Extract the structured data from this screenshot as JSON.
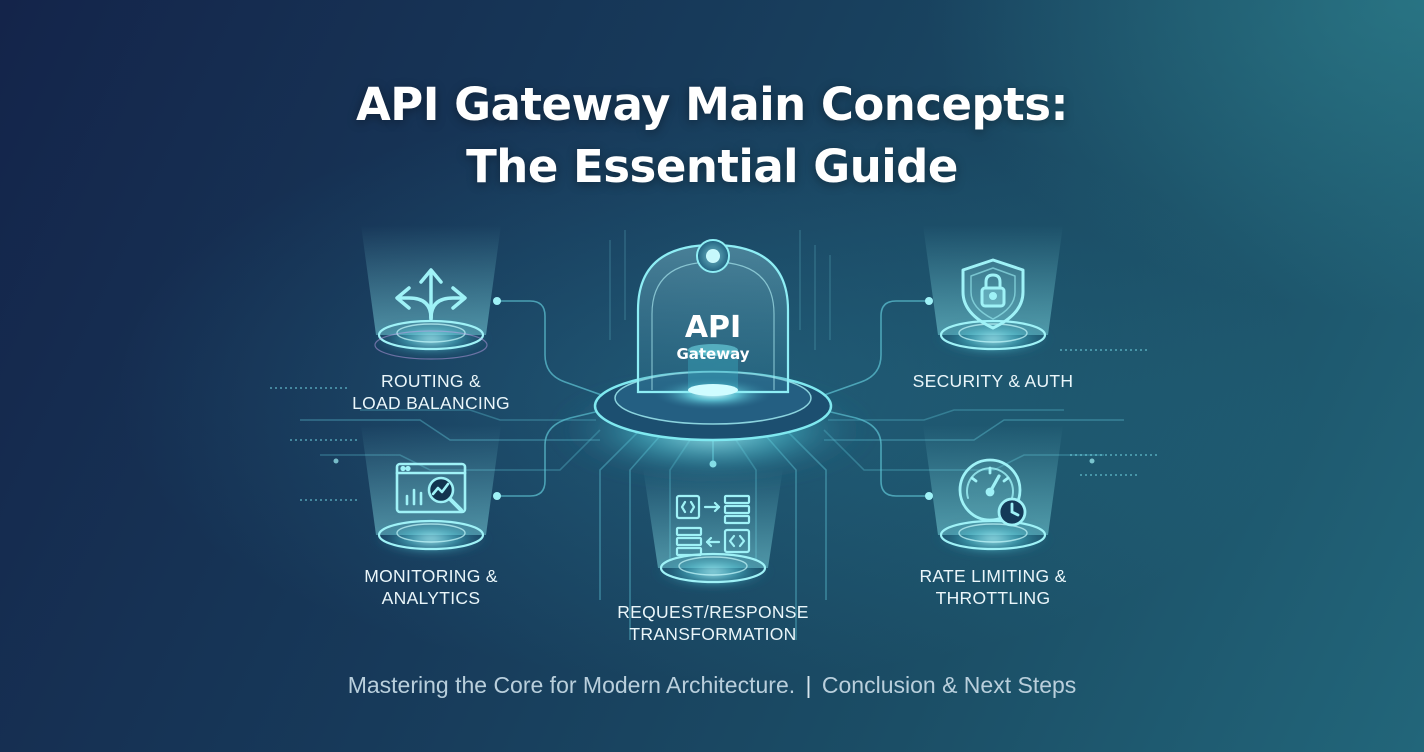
{
  "title": {
    "line1": "API Gateway Main Concepts:",
    "line2": "The Essential Guide"
  },
  "gateway": {
    "label_main": "API",
    "label_sub": "Gateway"
  },
  "concepts": [
    {
      "id": "routing",
      "line1": "ROUTING &",
      "line2": "LOAD BALANCING",
      "icon": "routing-arrows-icon"
    },
    {
      "id": "security",
      "line1": "SECURITY & AUTH",
      "line2": "",
      "icon": "shield-lock-icon"
    },
    {
      "id": "monitoring",
      "line1": "MONITORING &",
      "line2": "ANALYTICS",
      "icon": "dashboard-magnifier-icon"
    },
    {
      "id": "rate",
      "line1": "RATE LIMITING &",
      "line2": "THROTTLING",
      "icon": "speedometer-clock-icon"
    },
    {
      "id": "transform",
      "line1": "REQUEST/RESPONSE",
      "line2": "TRANSFORMATION",
      "icon": "code-transform-icon"
    }
  ],
  "footer": {
    "left": "Mastering the Core for Modern Architecture.",
    "separator": "|",
    "right": "Conclusion & Next Steps"
  },
  "colors": {
    "glow": "#7fe9f0",
    "line": "#5fc6d6",
    "bg_dark": "#14244a",
    "bg_light": "#22667a"
  }
}
